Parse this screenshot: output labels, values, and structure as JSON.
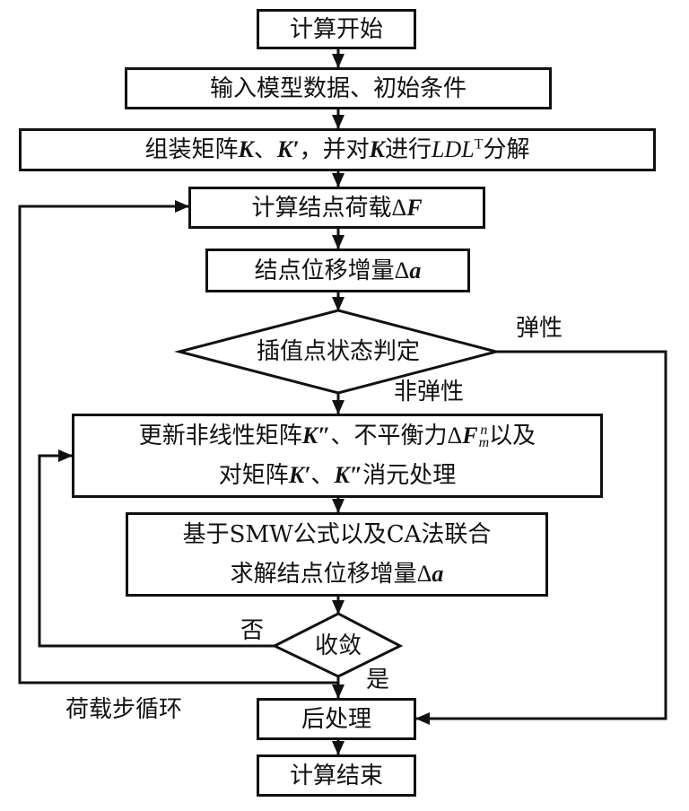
{
  "flowchart": {
    "start": "计算开始",
    "input": "输入模型数据、初始条件",
    "assemble": {
      "prefix": "组装矩阵",
      "K": "K",
      "sep1": "、",
      "Kp": "K′",
      "comma": "，",
      "mid": "并对",
      "K2": "K",
      "mid2": "进行",
      "ldl": "LDL",
      "sup": "T",
      "suffix": "分解"
    },
    "load": {
      "text": "计算结点荷载",
      "delta": "Δ",
      "var": "F"
    },
    "displacement": {
      "text": "结点位移增量",
      "delta": "Δ",
      "var": "a"
    },
    "state_check": "插值点状态判定",
    "branch_elastic": "弹性",
    "branch_inelastic": "非弹性",
    "update": {
      "line1_prefix": "更新非线性矩阵",
      "Kpp": "K″",
      "line1_mid": "、不平衡力",
      "delta": "Δ",
      "F": "F",
      "sup": "n",
      "sub": "m",
      "line1_suffix": "以及",
      "line2_prefix": "对矩阵",
      "Kp": "K′",
      "sep": "、",
      "Kpp2": "K″",
      "line2_suffix": "消元处理"
    },
    "solve": {
      "line1": "基于SMW公式以及CA法联合",
      "line2_prefix": "求解结点位移增量",
      "delta": "Δ",
      "var": "a"
    },
    "convergence": "收敛",
    "branch_no": "否",
    "branch_yes": "是",
    "loop_label": "荷载步循环",
    "post": "后处理",
    "end": "计算结束"
  }
}
